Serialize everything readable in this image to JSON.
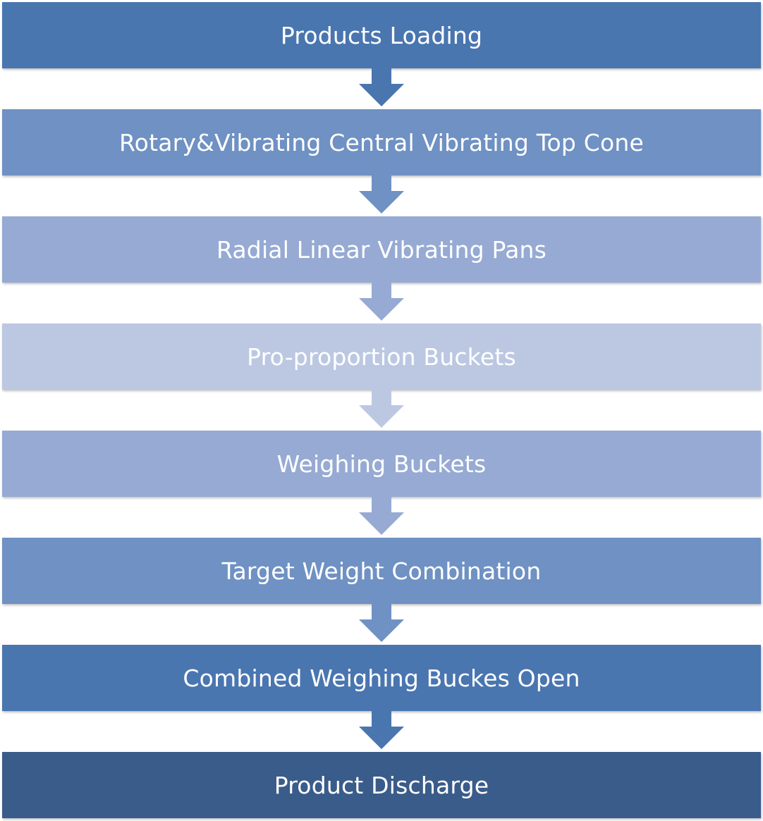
{
  "flowchart": {
    "steps": [
      {
        "label": "Products Loading",
        "color": "#4a76b0"
      },
      {
        "label": "Rotary&Vibrating Central Vibrating Top Cone",
        "color": "#6f91c3"
      },
      {
        "label": "Radial Linear Vibrating Pans",
        "color": "#96aad3"
      },
      {
        "label": "Pro-proportion Buckets",
        "color": "#bcc8e2"
      },
      {
        "label": "Weighing Buckets",
        "color": "#96aad3"
      },
      {
        "label": "Target Weight Combination",
        "color": "#6f91c3"
      },
      {
        "label": "Combined Weighing Buckes Open",
        "color": "#4a76b0"
      },
      {
        "label": "Product Discharge",
        "color": "#3a5c8a"
      }
    ]
  }
}
